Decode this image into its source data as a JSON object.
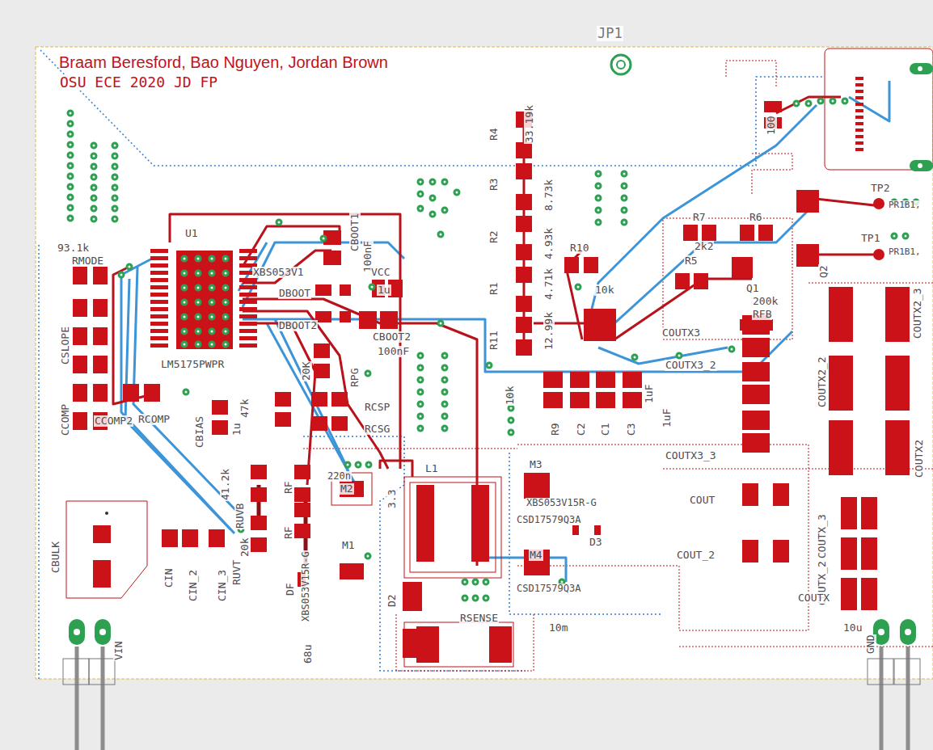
{
  "diagram": {
    "title": "Braam Beresford, Bao Nguyen, Jordan Brown",
    "labels": [
      "OSU ECE 2020 JD FP",
      "JP1",
      "R4",
      "33.19k",
      "R3",
      "8.73k",
      "R2",
      "4.93k",
      "R1",
      "4.71k",
      "12.99k",
      "R11",
      "R10",
      "10k",
      "R7",
      "R6",
      "2k2",
      "R5",
      "Q1",
      "200k",
      "RFB",
      "TP2",
      "PR1B1,",
      "TP1",
      "PR1B1,",
      "Q2",
      "100",
      "COUTX3",
      "COUTX3_2",
      "COUTX3_3",
      "COUT",
      "COUT_2",
      "COUTX2_3",
      "COUTX2_2",
      "COUTX2",
      "COUTX_3",
      "COUTX_2",
      "COUTX",
      "10u",
      "GND",
      "10m",
      "RSENSE",
      "D2",
      "L1",
      "M3",
      "XBS053V15R-G",
      "CSD17579Q3A",
      "D3",
      "M4",
      "CSD17579Q3A",
      "M1",
      "M2",
      "3.3",
      "220n",
      "RF",
      "RF",
      "DF",
      "RUVB",
      "41.2k",
      "20k",
      "RUVT",
      "68u",
      "XBS053V15R-G",
      "CBULK",
      "CIN",
      "CIN_2",
      "CIN_3",
      "VIN",
      "93.1k",
      "RMODE",
      "CSLOPE",
      "CCOMP",
      "CCOMP2",
      "RCOMP",
      "CBIAS",
      "1u",
      "U1",
      "LM5175PWPR",
      "XBS053V1",
      "CBOOT1",
      "100nF",
      "VCC",
      "1u",
      "DBOOT",
      "DBOOT2",
      "CBOOT2",
      "100nF",
      "RPG",
      "20K",
      "47k",
      "RCSP",
      "RCSG",
      "10k",
      "R9",
      "C2",
      "C1",
      "C3",
      "1uF",
      "1uF"
    ]
  }
}
